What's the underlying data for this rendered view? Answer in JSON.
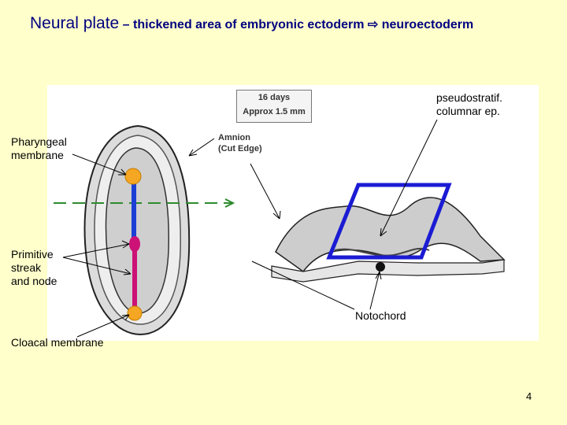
{
  "title": {
    "main": "Neural plate",
    "rest": " – thickened area of embryonic ectoderm ",
    "arrow_glyph": "⇨",
    "target": " neuroectoderm"
  },
  "figure": {
    "stage_box": {
      "line1": "16 days",
      "line2": "Approx 1.5 mm"
    },
    "amnion": {
      "line1": "Amnion",
      "line2": "(Cut Edge)"
    }
  },
  "labels": {
    "pseudostratified": {
      "line1": "pseudostratif.",
      "line2": "columnar ep."
    },
    "pharyngeal": {
      "line1": "Pharyngeal",
      "line2": "membrane"
    },
    "primitive": {
      "line1": "Primitive",
      "line2": "streak",
      "line3": "and node"
    },
    "notochord": "Notochord",
    "cloacal": "Cloacal membrane"
  },
  "page_number": "4",
  "colors": {
    "title": "#000080",
    "background": "#ffffcc",
    "notochord_line": "#1c3fd6",
    "streak_line": "#cc1177",
    "membrane_dot": "#f5a623",
    "highlight_box": "#1b1bd4",
    "section_line": "#2e8b2e"
  }
}
